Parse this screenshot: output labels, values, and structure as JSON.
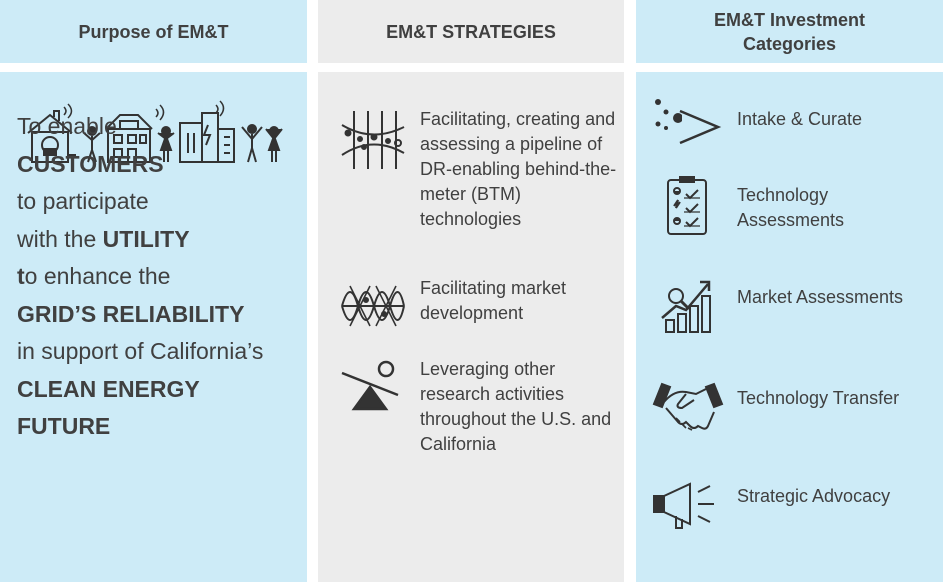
{
  "headers": {
    "purpose": "Purpose of EM&T",
    "strategies": "EM&T STRATEGIES",
    "categories_line1": "EM&T Investment",
    "categories_line2": "Categories"
  },
  "purpose": {
    "line1": "To enable",
    "line2": "CUSTOMERS",
    "line3": "to participate",
    "line4_a": "with the ",
    "line4_b": "UTILITY",
    "line5_a": "t",
    "line5_b": "o enhance the",
    "line6": "GRID’S RELIABILITY",
    "line7": "in support of California’s",
    "line8": "CLEAN ENERGY",
    "line9": "FUTURE"
  },
  "strategies": [
    {
      "text": "Facilitating, creating and assessing a pipeline of DR-enabling behind-the-meter (BTM) technologies",
      "icon": "pipeline-graph-icon"
    },
    {
      "text": "Facilitating market development",
      "icon": "wave-sine-icon"
    },
    {
      "text": "Leveraging other research activities throughout the U.S. and California",
      "icon": "lever-fulcrum-icon"
    }
  ],
  "categories": [
    {
      "text": "Intake & Curate",
      "icon": "funnel-chevron-icon"
    },
    {
      "text": "Technology Assessments",
      "icon": "clipboard-checklist-icon"
    },
    {
      "text": "Market Assessments",
      "icon": "rising-bar-chart-icon"
    },
    {
      "text": "Technology Transfer",
      "icon": "handshake-icon"
    },
    {
      "text": "Strategic Advocacy",
      "icon": "megaphone-icon"
    }
  ],
  "colors": {
    "blue_panel": "#cdebf7",
    "gray_panel": "#ececec",
    "text": "#404040",
    "icon": "#333333"
  }
}
